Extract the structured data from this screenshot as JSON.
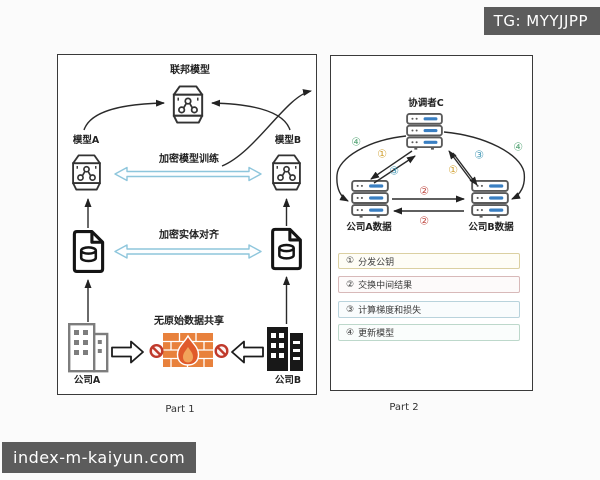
{
  "watermarks": {
    "top_right": "TG: MYYJJPP",
    "bottom_left": "index-m-kaiyun.com"
  },
  "part1": {
    "caption": "Part 1",
    "federated_model": "联邦模型",
    "model_a": "模型A",
    "model_b": "模型B",
    "encrypted_model_training": "加密模型训练",
    "encrypted_entity_alignment": "加密实体对齐",
    "no_raw_data_sharing": "无原始数据共享",
    "company_a": "公司A",
    "company_b": "公司B"
  },
  "part2": {
    "caption": "Part 2",
    "coordinator": "协调者C",
    "company_a_data": "公司A数据",
    "company_b_data": "公司B数据",
    "marks": {
      "step1": "①",
      "step2": "②",
      "step3": "③",
      "step4": "④"
    },
    "steps": [
      {
        "num": "①",
        "label": "分发公钥"
      },
      {
        "num": "②",
        "label": "交换中间结果"
      },
      {
        "num": "③",
        "label": "计算梯度和损失"
      },
      {
        "num": "④",
        "label": "更新模型"
      }
    ]
  },
  "colors": {
    "step1_yellow": "#d2a43a",
    "step2_red": "#c2514a",
    "step3_blue": "#4a9cb8",
    "step4_green": "#5aa87a",
    "server_bar_blue": "#3a7fc2",
    "firewall_orange": "#e8813c",
    "flame_red": "#e05a2b",
    "prohibit_red": "#c0392b",
    "double_arrow_blue": "#8ec6dc",
    "watermark_bg": "#5c5c5c",
    "panel_border": "#3a3a3a"
  }
}
